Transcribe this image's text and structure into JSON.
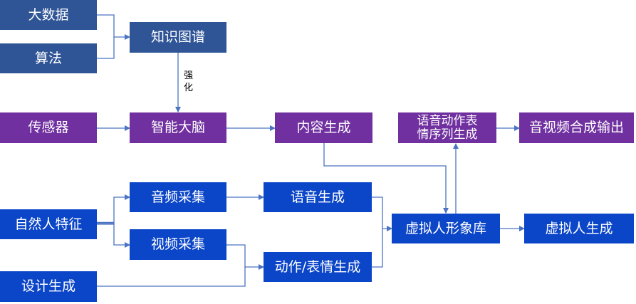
{
  "nodes": {
    "big_data": "大数据",
    "algorithm": "算法",
    "knowledge_graph": "知识图谱",
    "sensor": "传感器",
    "smart_brain": "智能大脑",
    "content_gen": "内容生成",
    "voice_action_seq": "语音动作表\n情序列生成",
    "av_synthesis": "音视频合成输出",
    "audio_capture": "音频采集",
    "voice_gen": "语音生成",
    "natural_feature": "自然人特征",
    "video_capture": "视频采集",
    "action_gen": "动作/表情生成",
    "avatar_lib": "虚拟人形象库",
    "avatar_gen": "虚拟人生成",
    "design_gen": "设计生成"
  },
  "edge_labels": {
    "strengthen": "强\n化"
  },
  "colors": {
    "navy": "#2f5597",
    "purple": "#7030a0",
    "blue": "#0b45c8",
    "line": "#4a73c2"
  }
}
